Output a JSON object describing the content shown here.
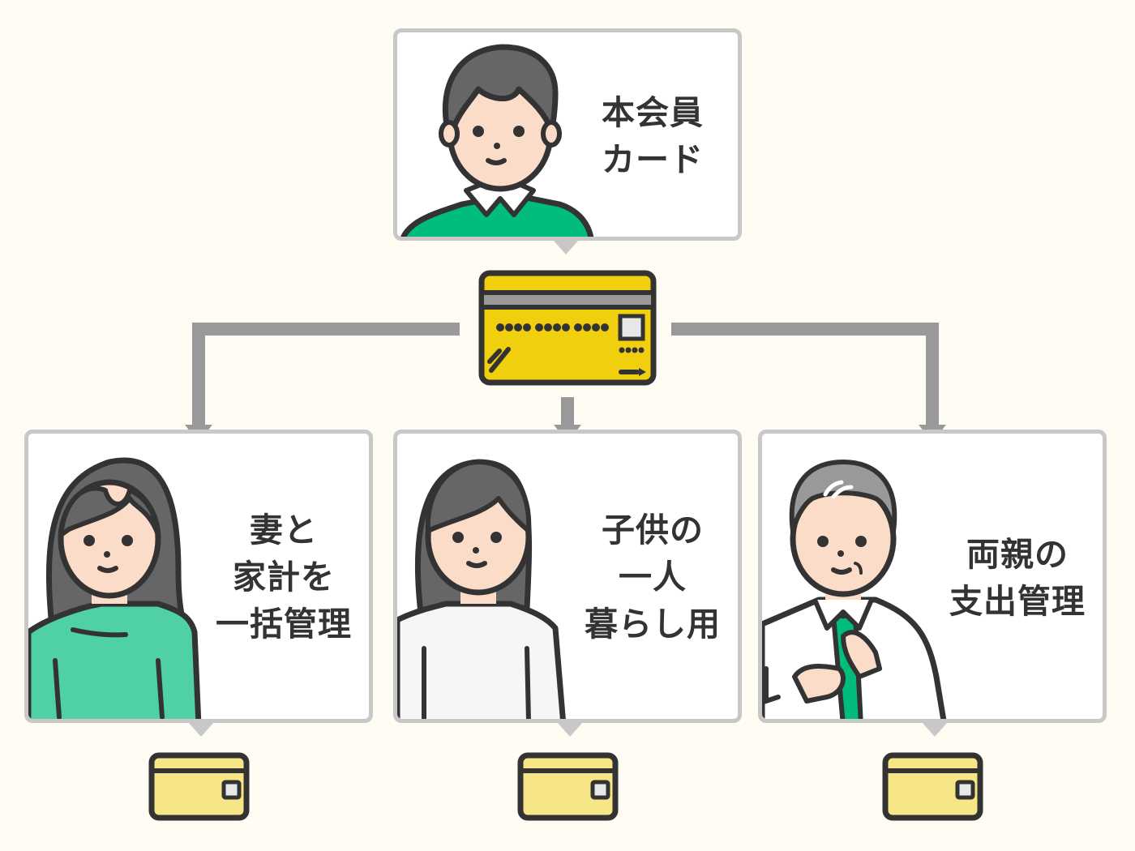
{
  "colors": {
    "background": "#fefcf3",
    "panel_border": "#c8c8c8",
    "connector": "#999999",
    "main_card": "#f0cf0e",
    "sub_card": "#f6e687",
    "outline": "#333333",
    "green": "#00bd7c",
    "mint": "#4fd1a5"
  },
  "main_member": {
    "label": "本会員\nカード",
    "icon": "man-avatar"
  },
  "main_card": {
    "icon": "credit-card-icon",
    "number_groups": 3
  },
  "family_members": [
    {
      "label": "妻と\n家計を\n一括管理",
      "icon": "woman-avatar",
      "card_icon": "family-card-icon"
    },
    {
      "label": "子供の\n一人\n暮らし用",
      "icon": "child-avatar",
      "card_icon": "family-card-icon"
    },
    {
      "label": "両親の\n支出管理",
      "icon": "elderly-man-avatar",
      "card_icon": "family-card-icon"
    }
  ]
}
